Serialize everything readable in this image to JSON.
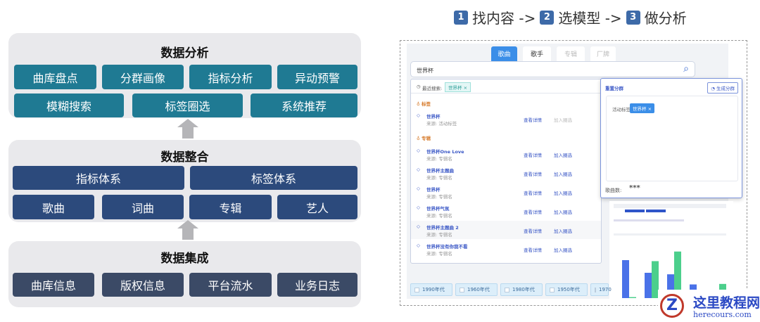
{
  "flow": {
    "step1": "1",
    "label1": "找内容 ->",
    "step2": "2",
    "label2": "选模型 ->",
    "step3": "3",
    "label3": "做分析"
  },
  "layers": {
    "analysis": {
      "title": "数据分析",
      "row1": [
        "曲库盘点",
        "分群画像",
        "指标分析",
        "异动预警"
      ],
      "row2": [
        "模糊搜索",
        "标签圈选",
        "系统推荐"
      ]
    },
    "integration": {
      "title": "数据整合",
      "row1": [
        "指标体系",
        "标签体系"
      ],
      "row2": [
        "歌曲",
        "词曲",
        "专辑",
        "艺人"
      ]
    },
    "collection": {
      "title": "数据集成",
      "row1": [
        "曲库信息",
        "版权信息",
        "平台流水",
        "业务日志"
      ]
    }
  },
  "colors": {
    "teal": "#1f7a93",
    "navy": "#2c4a7c",
    "slate": "#3b4a66",
    "accent": "#3b8ee8",
    "bar_blue": "#4a72e8",
    "bar_green": "#4ccf8c"
  },
  "app": {
    "tabs": [
      "歌曲",
      "歌手",
      "专辑",
      "厂牌"
    ],
    "search_value": "世界杯",
    "recent_label": "最近搜索:",
    "recent_tag": "世界杯",
    "section_tag": "标签",
    "section_album": "专辑",
    "view": "查看详情",
    "add": "加入圈选",
    "tag_item": {
      "title": "世界杯",
      "source": "来源: 活动标签"
    },
    "albums": [
      {
        "title": "世界杯One Love",
        "source": "来源: 专辑名"
      },
      {
        "title": "世界杯主题曲",
        "source": "来源: 专辑名"
      },
      {
        "title": "世界杯",
        "source": "来源: 专辑名"
      },
      {
        "title": "世界杯气氛",
        "source": "来源: 专辑名"
      },
      {
        "title": "世界杯主题曲 2",
        "source": "来源: 专辑名"
      },
      {
        "title": "世界杯没有你我不看",
        "source": "来源: 专辑名"
      }
    ],
    "decades": [
      "1990年代",
      "1960年代",
      "1980年代",
      "1950年代",
      "1970"
    ],
    "popup": {
      "title": "重置分群",
      "generate": "生成分群",
      "tag_label": "活动标签:",
      "tag": "世界杯 ×",
      "count_label": "歌曲数:",
      "count": "***"
    }
  },
  "chart_data": {
    "type": "bar",
    "note_units": "relative",
    "series": [
      {
        "color": "#4a72e8",
        "values": [
          75,
          50,
          47,
          27,
          0
        ]
      },
      {
        "color": "#4ccf8c",
        "values": [
          2,
          73,
          92,
          0,
          28
        ]
      }
    ]
  },
  "watermark": {
    "name": "这里教程网",
    "url": "herecours.com"
  }
}
